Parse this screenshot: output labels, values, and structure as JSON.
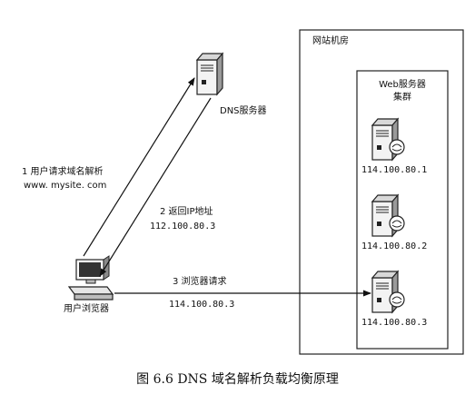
{
  "room": {
    "title": "网站机房"
  },
  "cluster": {
    "title_line1": "Web服务器",
    "title_line2": "集群"
  },
  "dns_server": {
    "label": "DNS服务器"
  },
  "client": {
    "label": "用户浏览器"
  },
  "web_servers": [
    {
      "ip": "114.100.80.1"
    },
    {
      "ip": "114.100.80.2"
    },
    {
      "ip": "114.100.80.3"
    }
  ],
  "steps": [
    {
      "label": "1 用户请求域名解析",
      "detail": "www. mysite. com"
    },
    {
      "label": "2 返回IP地址",
      "detail": "112.100.80.3"
    },
    {
      "label": "3 浏览器请求",
      "detail": "114.100.80.3"
    }
  ],
  "caption": "图 6.6   DNS 域名解析负载均衡原理"
}
